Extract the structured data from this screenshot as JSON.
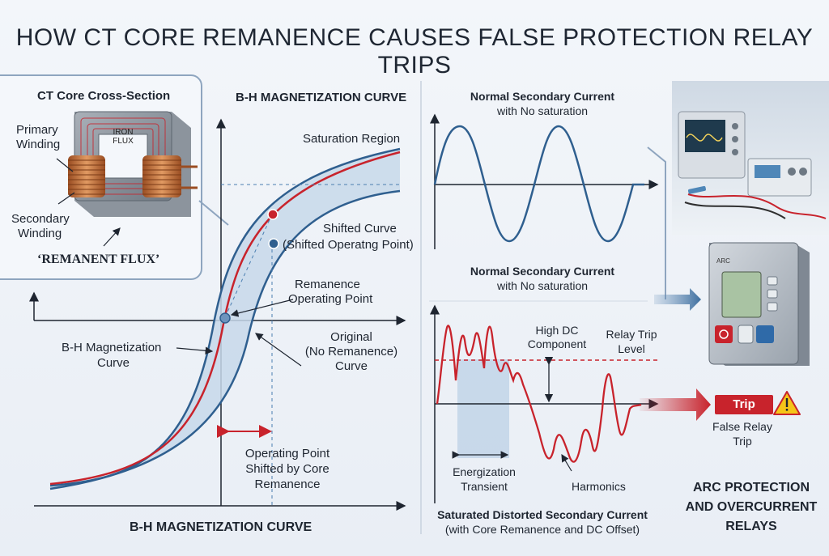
{
  "title": "HOW CT CORE REMANENCE CAUSES FALSE PROTECTION RELAY TRIPS",
  "inset": {
    "heading": "CT Core Cross-Section",
    "core_text_1": "IRON",
    "core_text_2": "FLUX",
    "primary_1": "Primary",
    "primary_2": "Winding",
    "secondary_1": "Secondary",
    "secondary_2": "Winding",
    "remanent": "‘REMANENT FLUX’"
  },
  "bh": {
    "heading_top": "B-H MAGNETIZATION CURVE",
    "heading_bottom": "B-H MAGNETIZATION CURVE",
    "saturation": "Saturation Region",
    "shifted_1": "Shifted Curve",
    "shifted_2": "(Shifted Operatng Point)",
    "remanence_1": "Remanence",
    "remanence_2": "Operating Point",
    "original_1": "Original",
    "original_2": "(No Remanence)",
    "original_3": "Curve",
    "bh_curve_1": "B-H Magnetization",
    "bh_curve_2": "Curve",
    "op_shift_1": "Operating Point",
    "op_shift_2": "Shifted by Core",
    "op_shift_3": "Remanence"
  },
  "waves": {
    "normal_title_1": "Normal Secondary Current",
    "normal_sub_1": "with No saturation",
    "normal_title_2": "Normal Secondary Current",
    "normal_sub_2": "with No saturation",
    "high_dc_1": "High DC",
    "high_dc_2": "Component",
    "relay_trip_1": "Relay Trip",
    "relay_trip_2": "Level",
    "energization_1": "Energization",
    "energization_2": "Transient",
    "harmonics": "Harmonics",
    "saturated_title": "Saturated Distorted Secondary Current",
    "saturated_sub": "(with Core Remanence and DC Offset)"
  },
  "relay": {
    "trip": "Trip",
    "false_1": "False Relay",
    "false_2": "Trip",
    "arc_1": "ARC PROTECTION",
    "arc_2": "AND OVERCURRENT",
    "arc_3": "RELAYS",
    "panel_brand": "ARC"
  },
  "colors": {
    "curve_blue": "#2f5f8f",
    "curve_red": "#c8232c",
    "band_fill": "#c7d8ea"
  }
}
